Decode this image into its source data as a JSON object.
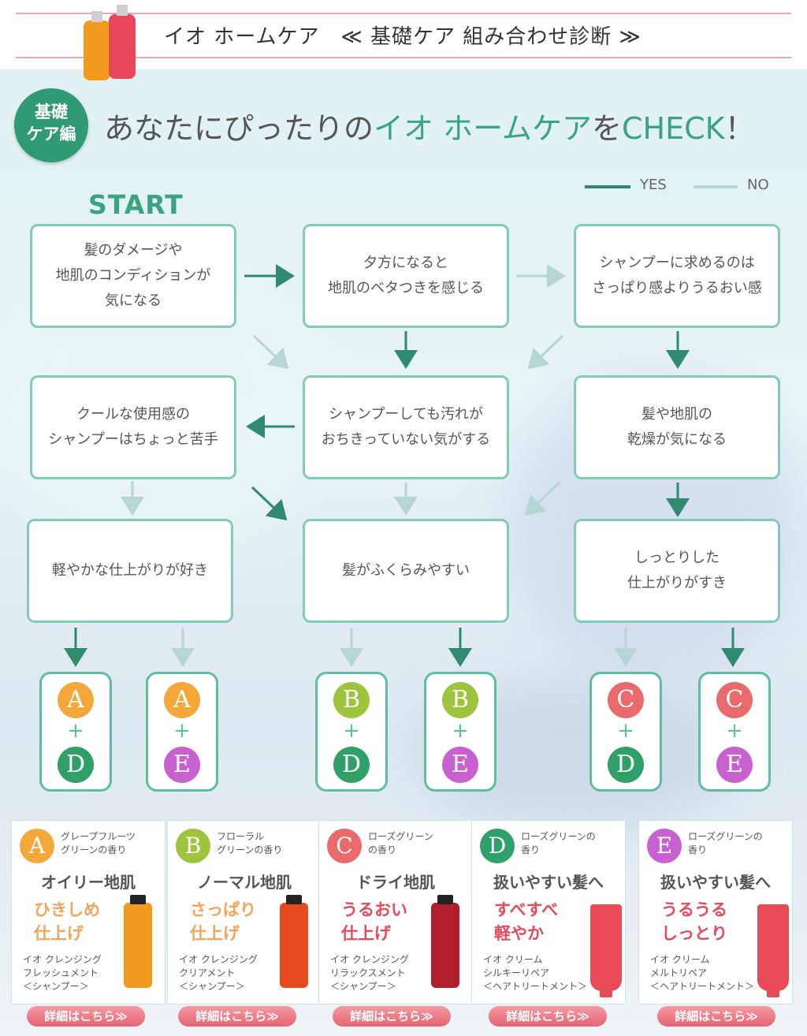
{
  "header": {
    "title": "イオ ホームケア　≪ 基礎ケア 組み合わせ診断 ≫",
    "accent_line_color": "#e7a7b8"
  },
  "badge": {
    "line1": "基礎",
    "line2": "ケア編"
  },
  "headline": {
    "part1": "あなたにぴったりの",
    "part2": "イオ ホームケア",
    "part3": "を",
    "part4": "CHECK",
    "part5": "！"
  },
  "legend": {
    "yes": "YES",
    "no": "NO",
    "yes_color": "#2f8a6e",
    "no_color": "#b5d6d4"
  },
  "start_label": "START",
  "questions": [
    {
      "id": "q1",
      "text": "髪のダメージや\n地肌のコンディションが\n気になる"
    },
    {
      "id": "q2",
      "text": "夕方になると\n地肌のベタつきを感じる"
    },
    {
      "id": "q3",
      "text": "シャンプーに求めるのは\nさっぱり感よりうるおい感"
    },
    {
      "id": "q4",
      "text": "クールな使用感の\nシャンプーはちょっと苦手"
    },
    {
      "id": "q5",
      "text": "シャンプーしても汚れが\nおちきっていない気がする"
    },
    {
      "id": "q6",
      "text": "髪や地肌の\n乾燥が気になる"
    },
    {
      "id": "q7",
      "text": "軽やかな仕上がりが好き"
    },
    {
      "id": "q8",
      "text": "髪がふくらみやすい"
    },
    {
      "id": "q9",
      "text": "しっとりした\n仕上がりがすき"
    }
  ],
  "results": [
    {
      "top": "A",
      "bottom": "D",
      "top_color": "#f5a83a",
      "bottom_color": "#2ea068"
    },
    {
      "top": "A",
      "bottom": "E",
      "top_color": "#f5a83a",
      "bottom_color": "#c960cf"
    },
    {
      "top": "B",
      "bottom": "D",
      "top_color": "#9cc43c",
      "bottom_color": "#2ea068"
    },
    {
      "top": "B",
      "bottom": "E",
      "top_color": "#9cc43c",
      "bottom_color": "#c960cf"
    },
    {
      "top": "C",
      "bottom": "D",
      "top_color": "#ea6a6c",
      "bottom_color": "#2ea068"
    },
    {
      "top": "C",
      "bottom": "E",
      "top_color": "#ea6a6c",
      "bottom_color": "#c960cf"
    }
  ],
  "plus": "+",
  "products": [
    {
      "letter": "A",
      "color": "#f5a83a",
      "scent": "グレープフルーツ\nグリーンの香り",
      "type": "オイリー地肌",
      "finish": "ひきしめ\n仕上げ",
      "finish_color": "#f2a55a",
      "name": "イオ クレンジング\nフレッシュメント\n＜シャンプー＞",
      "bottle_color": "#f19a1e",
      "more": "詳細はこちら≫"
    },
    {
      "letter": "B",
      "color": "#9cc43c",
      "scent": "フローラル\nグリーンの香り",
      "type": "ノーマル地肌",
      "finish": "さっぱり\n仕上げ",
      "finish_color": "#f2a55a",
      "name": "イオ クレンジング\nクリアメント\n＜シャンプー＞",
      "bottle_color": "#e64a1e",
      "more": "詳細はこちら≫"
    },
    {
      "letter": "C",
      "color": "#ea6a6c",
      "scent": "ローズグリーン\nの香り",
      "type": "ドライ地肌",
      "finish": "うるおい\n仕上げ",
      "finish_color": "#e54a5a",
      "name": "イオ クレンジング\nリラックスメント\n＜シャンプー＞",
      "bottle_color": "#b21e2e",
      "more": "詳細はこちら≫"
    },
    {
      "letter": "D",
      "color": "#2ea068",
      "scent": "ローズグリーンの\n香り",
      "type": "扱いやすい髪へ",
      "finish": "すべすべ\n軽やか",
      "finish_color": "#e54a5a",
      "name": "イオ クリーム\nシルキーリペア\n＜ヘアトリートメント＞",
      "bottle_color": "#e84b55",
      "more": "詳細はこちら≫"
    },
    {
      "letter": "E",
      "color": "#c960cf",
      "scent": "ローズグリーンの\n香り",
      "type": "扱いやすい髪へ",
      "finish": "うるうる\nしっとり",
      "finish_color": "#e54a5a",
      "name": "イオ クリーム\nメルトリペア\n＜ヘアトリートメント＞",
      "bottle_color": "#e84b55",
      "more": "詳細はこちら≫"
    }
  ]
}
